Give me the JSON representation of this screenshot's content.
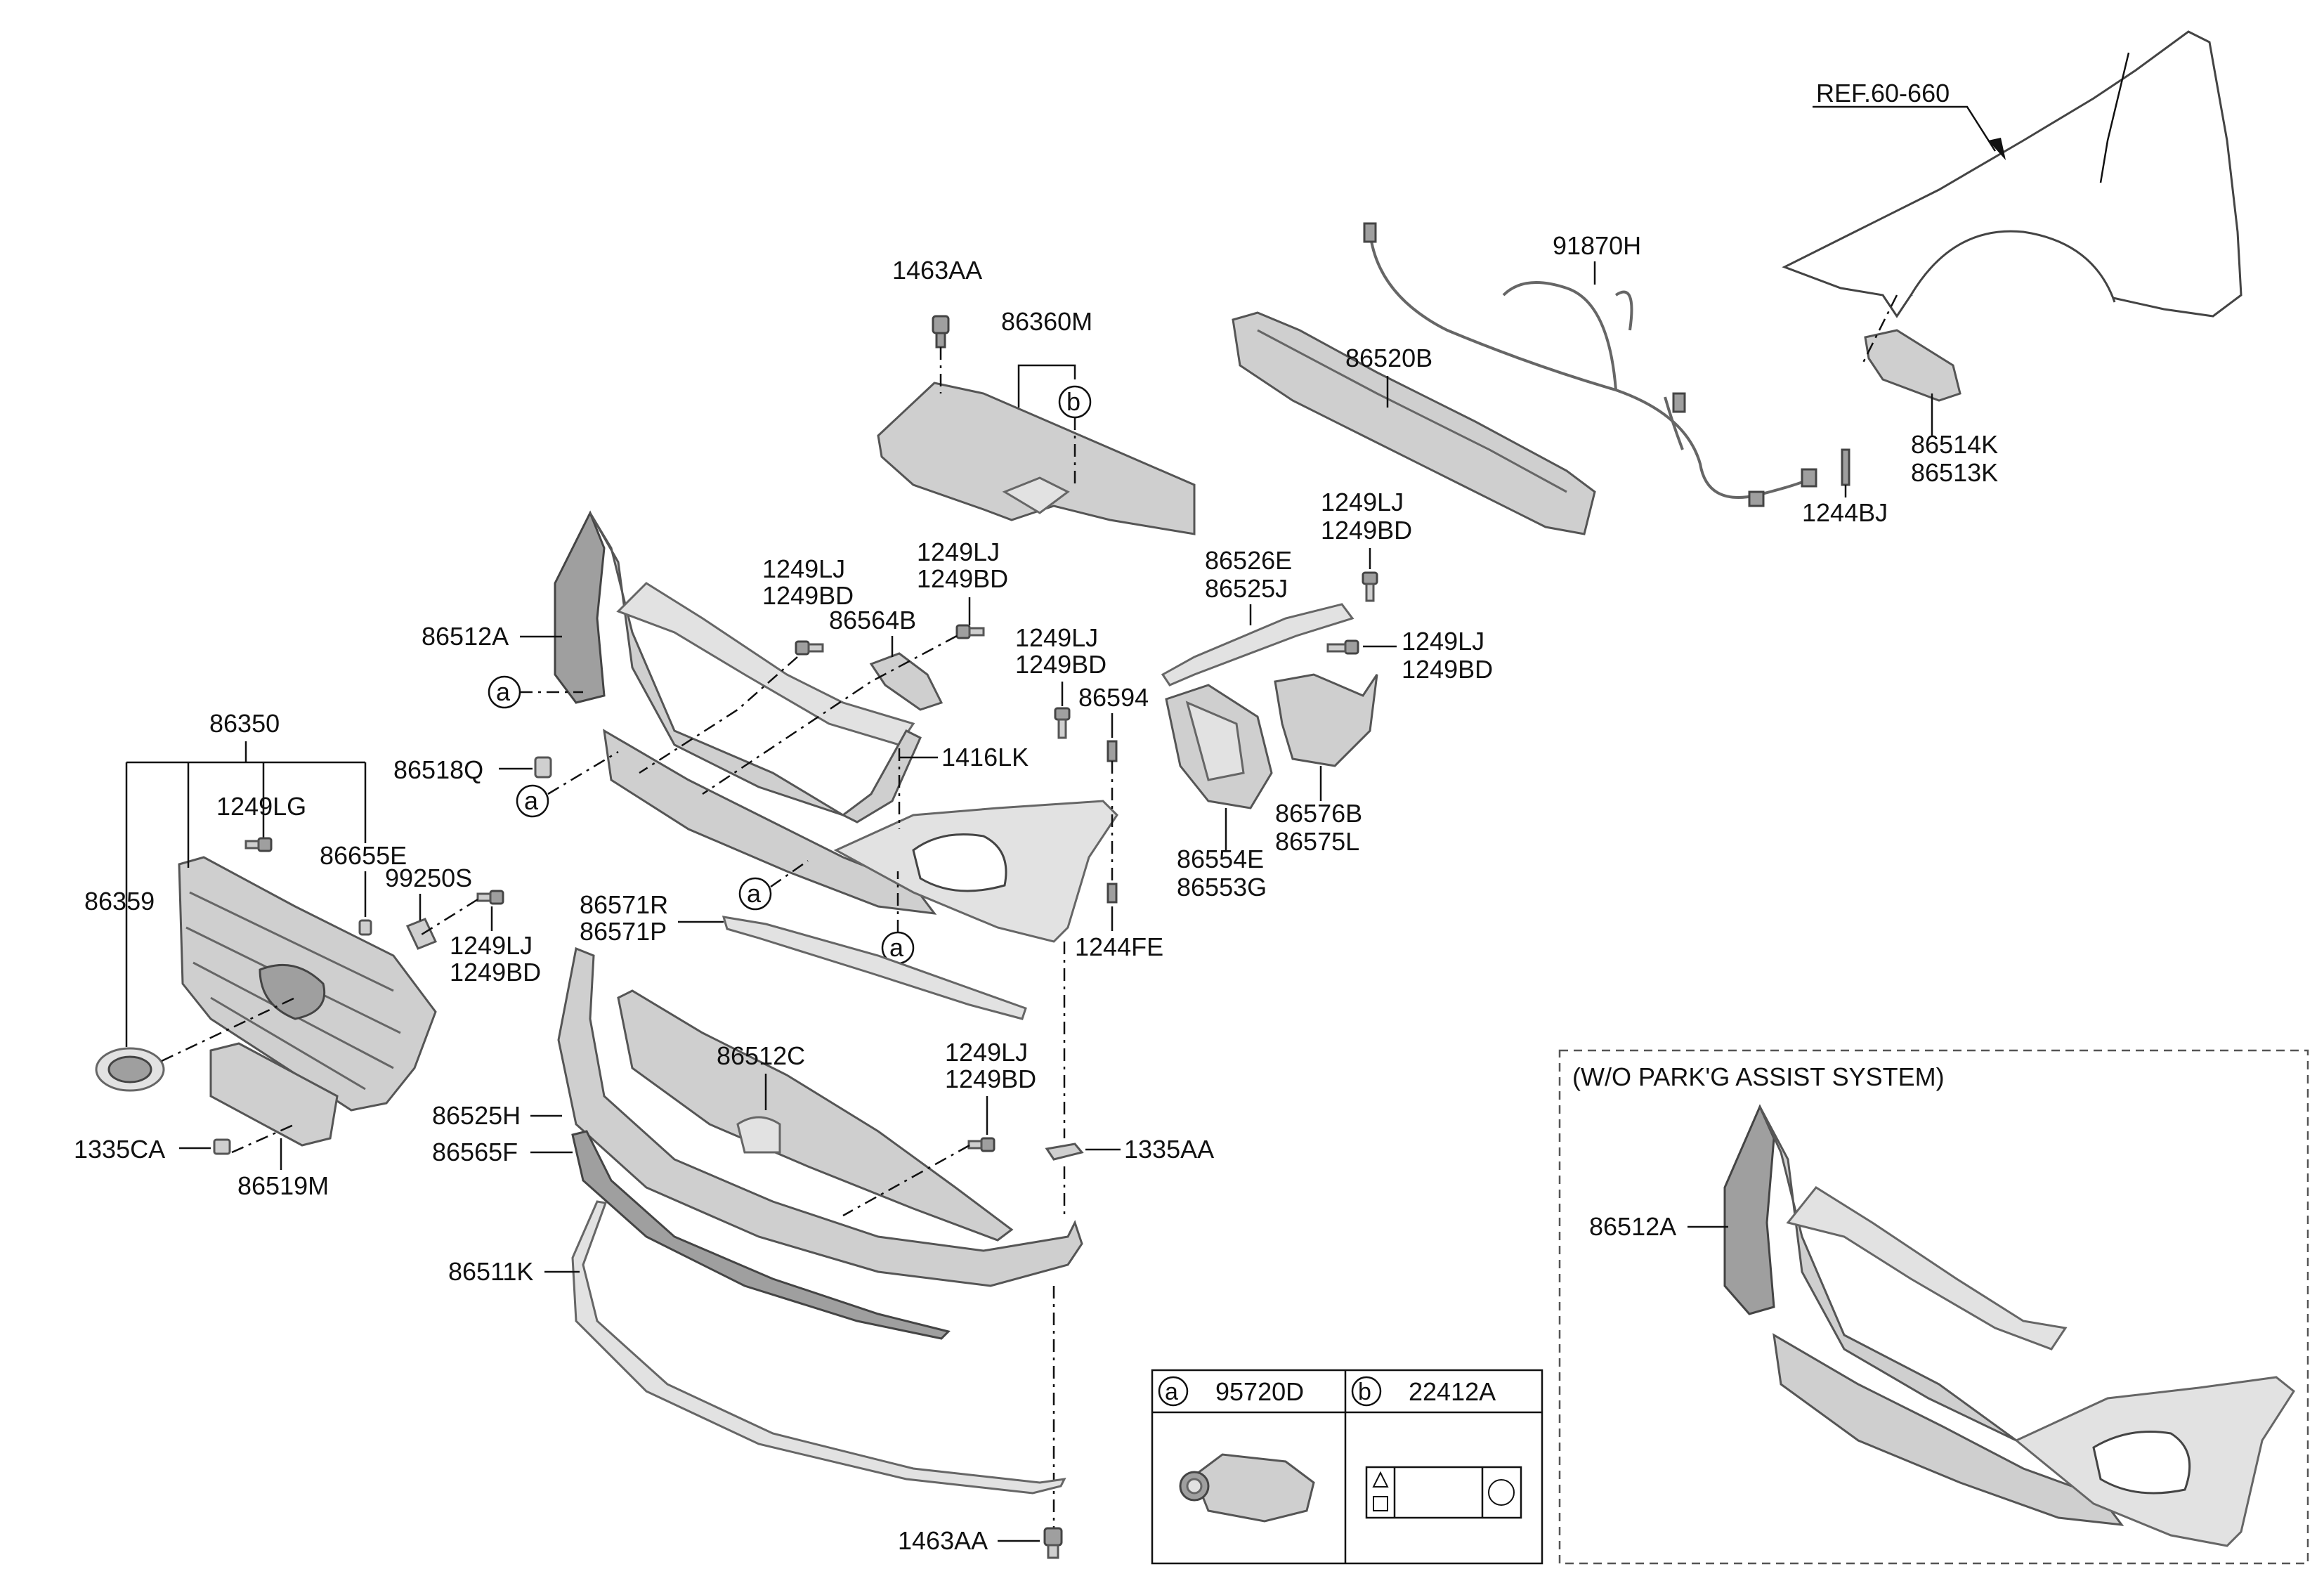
{
  "labels": {
    "ref_60_660": "REF.60-660",
    "p91870H": "91870H",
    "p1463AA_top": "1463AA",
    "p86360M": "86360M",
    "p86520B": "86520B",
    "p86514K": "86514K",
    "p86513K": "86513K",
    "p1244BJ": "1244BJ",
    "p1249LJ_a": "1249LJ",
    "p1249BD_a": "1249BD",
    "p86526E": "86526E",
    "p86525J": "86525J",
    "p1249LJ_b": "1249LJ",
    "p1249BD_b": "1249BD",
    "p1249LJ_c": "1249LJ",
    "p1249BD_c": "1249BD",
    "p86564B": "86564B",
    "p1249LJ_d": "1249LJ",
    "p1249BD_d": "1249BD",
    "p1249LJ_e": "1249LJ",
    "p1249BD_e": "1249BD",
    "p86512A": "86512A",
    "p86594": "86594",
    "p1416LK": "1416LK",
    "p86350": "86350",
    "p86518Q": "86518Q",
    "p86576B": "86576B",
    "p86575L": "86575L",
    "p86554E": "86554E",
    "p86553G": "86553G",
    "p1249LG": "1249LG",
    "p86655E": "86655E",
    "p86359": "86359",
    "p99250S": "99250S",
    "p1249LJ_f": "1249LJ",
    "p1249BD_f": "1249BD",
    "p86571R": "86571R",
    "p86571P": "86571P",
    "p1244FE": "1244FE",
    "p86512C": "86512C",
    "p86525H": "86525H",
    "p1249LJ_g": "1249LJ",
    "p1249BD_g": "1249BD",
    "p1335AA": "1335AA",
    "p1335CA": "1335CA",
    "p86519M": "86519M",
    "p86565F": "86565F",
    "p86511K": "86511K",
    "p1463AA_bottom": "1463AA",
    "p86512A_alt": "86512A"
  },
  "callouts": {
    "a": "a",
    "b": "b"
  },
  "legend_table": {
    "col_a_marker": "a",
    "col_a_part": "95720D",
    "col_b_marker": "b",
    "col_b_part": "22412A"
  },
  "variant_box": {
    "title": "(W/O PARK'G ASSIST SYSTEM)"
  }
}
